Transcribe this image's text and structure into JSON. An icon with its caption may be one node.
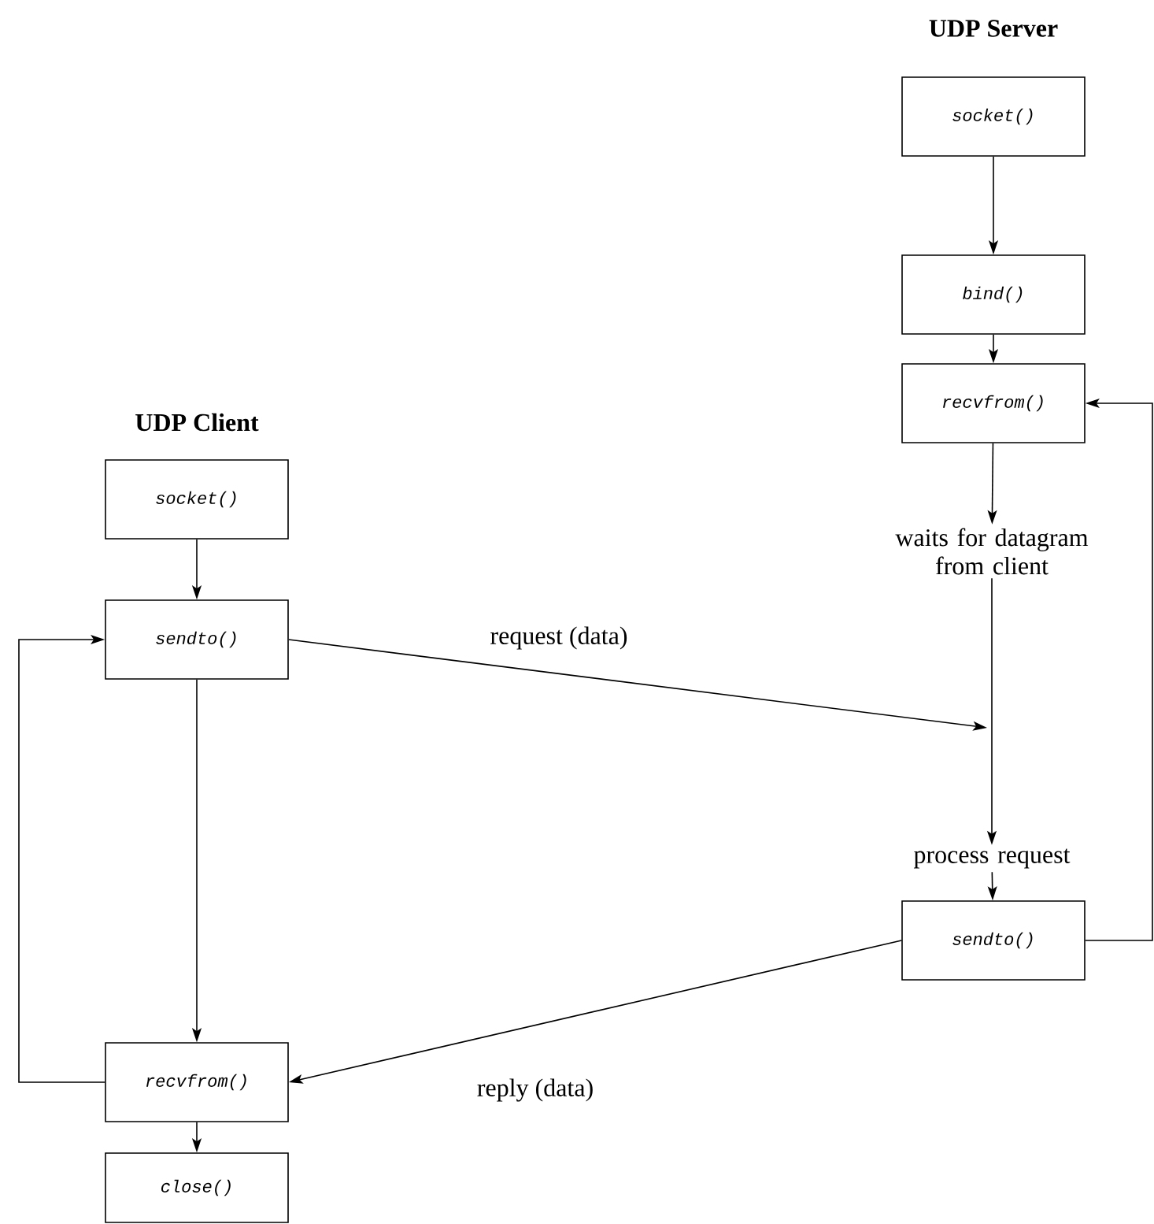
{
  "diagram": {
    "nodes": [
      {
        "text": [
          "socket()"
        ]
      },
      {
        "text": [
          "bind()"
        ]
      },
      {
        "text": [
          "recvfrom()"
        ]
      },
      {
        "text": [
          "waits for datagram from client"
        ]
      },
      {
        "text": [
          "process request"
        ]
      },
      {
        "text": [
          "sendto()"
        ]
      },
      {
        "text": [
          "socket()"
        ]
      },
      {
        "text": [
          "sendto()"
        ]
      },
      {
        "text": [
          "recvfrom()"
        ]
      },
      {
        "text": [
          "close()"
        ]
      }
    ],
    "edges": [
      {
        "from": 0,
        "to": 1,
        "arrow": "to"
      },
      {
        "from": 1,
        "to": 2,
        "arrow": "to"
      },
      {
        "from": 2,
        "to": 3,
        "arrow": "to"
      },
      {
        "from": 3,
        "to": 4,
        "arrow": "to"
      },
      {
        "from": 4,
        "to": 5,
        "arrow": "to"
      },
      {
        "from": 5,
        "to": 2,
        "arrow": "to"
      },
      {
        "from": 6,
        "to": 7,
        "arrow": "to"
      },
      {
        "from": 7,
        "to": 8,
        "arrow": "to"
      },
      {
        "from": 8,
        "to": 9,
        "arrow": "to"
      },
      {
        "from": 8,
        "to": 7,
        "arrow": "to"
      },
      {
        "from": 7,
        "to": null,
        "arrow": "to",
        "label": "request (data)"
      },
      {
        "from": 5,
        "to": 8,
        "arrow": "to",
        "label": "reply (data)"
      }
    ],
    "labels": [
      "UDP Server",
      "UDP Client"
    ]
  }
}
